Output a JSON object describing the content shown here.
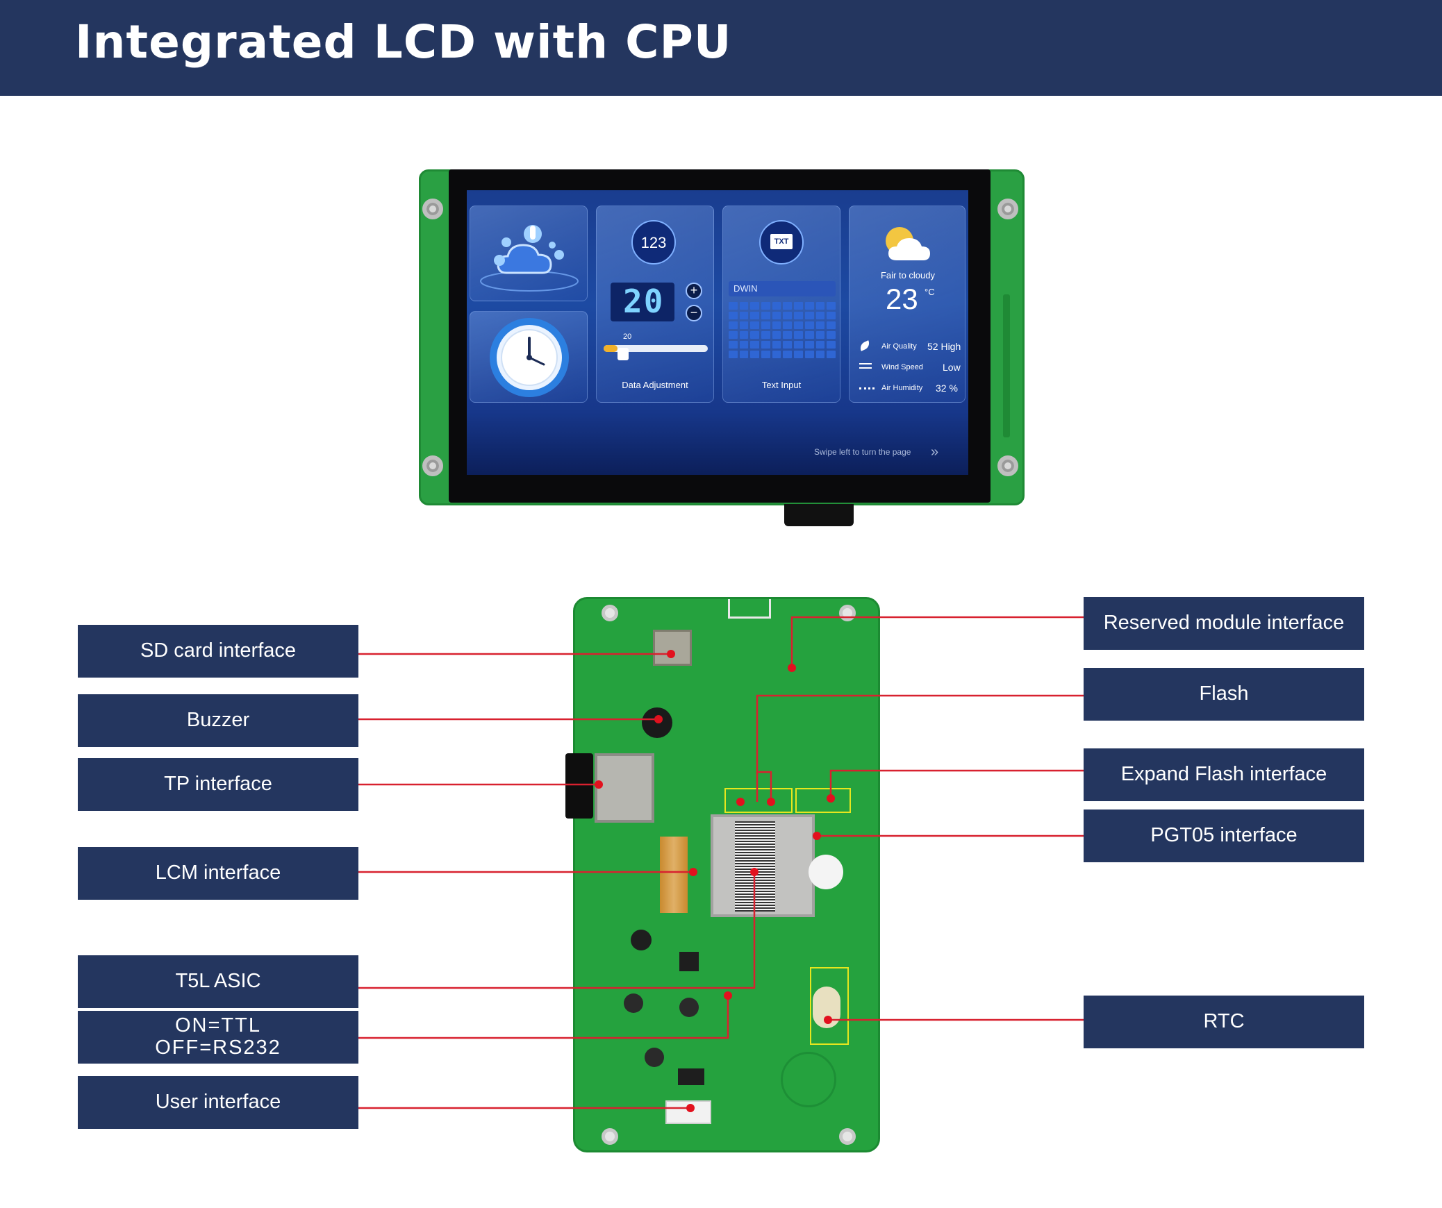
{
  "header": {
    "title": "Integrated LCD with CPU"
  },
  "screen": {
    "tile_data": {
      "icon": "123",
      "value": "20",
      "slider_value": "20",
      "label": "Data Adjustment"
    },
    "tile_text": {
      "field_value": "DWIN",
      "label": "Text Input"
    },
    "tile_weather": {
      "condition": "Fair to cloudy",
      "temperature": "23",
      "unit": "°C",
      "rows": [
        {
          "name": "Air Quality",
          "value": "52 High"
        },
        {
          "name": "Wind Speed",
          "value": "Low"
        },
        {
          "name": "Air Humidity",
          "value": "32 %"
        }
      ]
    },
    "swipe_hint": "Swipe left to turn the page"
  },
  "labels": {
    "left": [
      {
        "id": "sd",
        "text": "SD card interface"
      },
      {
        "id": "buzzer",
        "text": "Buzzer"
      },
      {
        "id": "tp",
        "text": "TP interface"
      },
      {
        "id": "lcm",
        "text": "LCM interface"
      },
      {
        "id": "t5l",
        "text": "T5L ASIC"
      },
      {
        "id": "ttl",
        "line1": "ON=TTL",
        "line2": "OFF=RS232"
      },
      {
        "id": "user",
        "text": "User interface"
      }
    ],
    "right": [
      {
        "id": "reserved",
        "text": "Reserved module interface"
      },
      {
        "id": "flash",
        "text": "Flash"
      },
      {
        "id": "expand",
        "text": "Expand Flash interface"
      },
      {
        "id": "pgt05",
        "text": "PGT05 interface"
      },
      {
        "id": "rtc",
        "text": "RTC"
      }
    ]
  },
  "colors": {
    "header": "#24365f",
    "pcb": "#25a23e",
    "leader": "#d8212f"
  }
}
